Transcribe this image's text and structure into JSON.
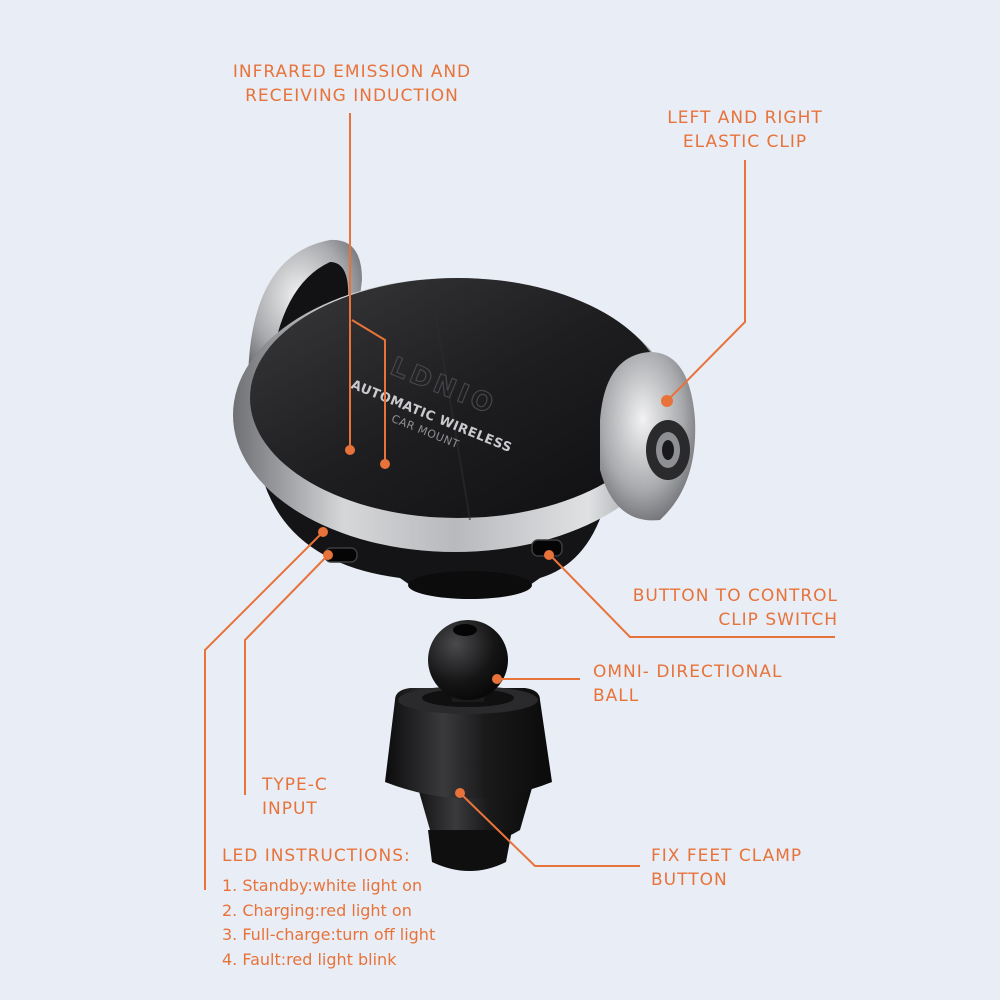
{
  "callouts": {
    "infrared": [
      "INFRARED EMISSION AND",
      "RECEIVING INDUCTION"
    ],
    "elastic_clip": [
      "LEFT AND RIGHT",
      "ELASTIC CLIP"
    ],
    "button_control": [
      "BUTTON TO CONTROL",
      "CLIP SWITCH"
    ],
    "omni_ball": [
      "OMNI- DIRECTIONAL",
      "BALL"
    ],
    "type_c": [
      "TYPE-C",
      "INPUT"
    ],
    "fix_feet": [
      "FIX FEET CLAMP",
      "BUTTON"
    ]
  },
  "device": {
    "brand": "LDNIO",
    "text_line1": "AUTOMATIC WIRELESS",
    "text_line2": "CAR MOUNT"
  },
  "led": {
    "title": "LED INSTRUCTIONS:",
    "items": [
      "1. Standby:white light on",
      "2. Charging:red light on",
      "3. Full-charge:turn off light",
      "4. Fault:red light blink"
    ]
  },
  "colors": {
    "background": "#e9edf6",
    "accent": "#e8733a",
    "device_body": "#1c1c1e",
    "device_ring": "#a9abae"
  }
}
